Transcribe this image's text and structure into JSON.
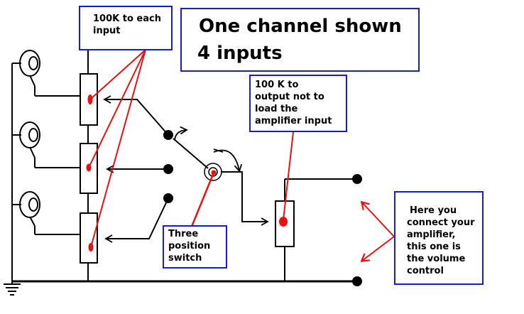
{
  "title": {
    "line1": "One channel shown",
    "line2": "4 inputs"
  },
  "notes": {
    "per_input": [
      "100K to each",
      "input"
    ],
    "output": [
      "100 K to",
      "output not to",
      "load the",
      "amplifier input"
    ],
    "switch": [
      "Three",
      "position",
      "switch"
    ],
    "amplifier": [
      "Here you",
      "connect your",
      "amplifier,",
      "this one is",
      "the volume",
      "control"
    ]
  },
  "colors": {
    "wire": "#000000",
    "annotation": "#e81010",
    "box_border": "#1a1adc",
    "background": "#ffffff"
  }
}
